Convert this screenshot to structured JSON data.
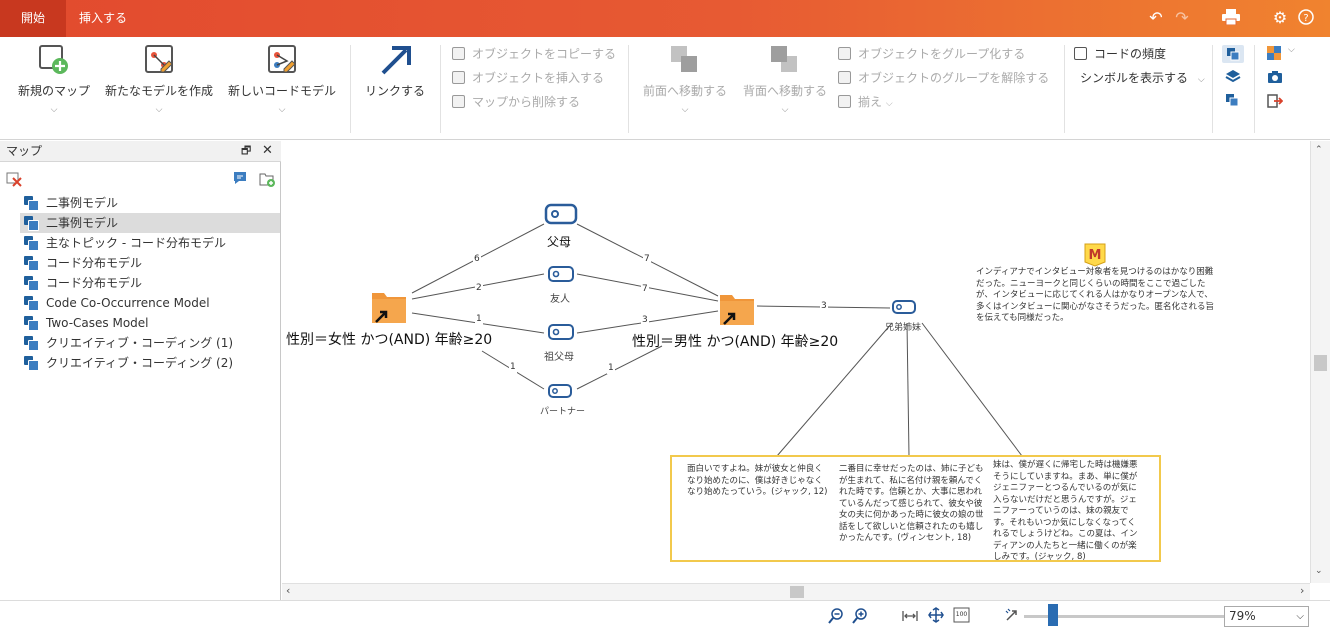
{
  "tabs": [
    "開始",
    "挿入する"
  ],
  "ribbon": {
    "new_map": "新規のマップ",
    "new_model": "新たなモデルを作成",
    "new_code_model": "新しいコードモデル",
    "link": "リンクする",
    "copy_object": "オブジェクトをコピーする",
    "insert_object": "オブジェクトを挿入する",
    "remove_from_map": "マップから削除する",
    "bring_forward": "前面へ移動する",
    "send_backward": "背面へ移動する",
    "group_objects": "オブジェクトをグループ化する",
    "ungroup_objects": "オブジェクトのグループを解除する",
    "align": "揃え",
    "code_frequency": "コードの頻度",
    "show_symbol": "シンボルを表示する"
  },
  "panel": {
    "title": "マップ",
    "items": [
      "二事例モデル",
      "二事例モデル",
      "主なトピック - コード分布モデル",
      "コード分布モデル",
      "コード分布モデル",
      "Code Co-Occurrence Model",
      "Two-Cases Model",
      "クリエイティブ・コーディング (1)",
      "クリエイティブ・コーディング (2)"
    ],
    "selected_index": 1
  },
  "map": {
    "female_case": "性別＝女性 かつ(AND) 年齢≥20",
    "male_case": "性別＝男性 かつ(AND) 年齢≥20",
    "codes": {
      "parents": "父母",
      "friends": "友人",
      "grandparents": "祖父母",
      "partner": "パートナー",
      "siblings": "兄弟姉妹"
    },
    "edges": {
      "female_parents": "6",
      "female_friends": "2",
      "female_grandparents": "1",
      "female_partner": "1",
      "male_parents": "7",
      "male_friends": "7",
      "male_grandparents": "3",
      "male_partner": "1",
      "male_siblings": "3"
    },
    "memo_icon": "M",
    "memo_text": "インディアナでインタビュー対象者を見つけるのはかなり困難だった。ニューヨークと同じくらいの時間をここで過ごしたが、インタビューに応じてくれる人はかなりオープンな人で、多くはインタビューに関心がなさそうだった。匿名化される旨を伝えても同様だった。",
    "quotes": [
      "面白いですよね。妹が彼女と仲良くなり始めたのに、僕は好きじゃなくなり始めたっていう。(ジャック, 12)",
      "二番目に幸せだったのは、姉に子どもが生まれて、私に名付け親を頼んでくれた時です。信頼とか、大事に思われているんだって感じられて、彼女や彼女の夫に何かあった時に彼女の娘の世話をして欲しいと信頼されたのも嬉しかったんです。(ヴィンセント, 18)",
      "妹は、僕が遅くに帰宅した時は機嫌悪そうにしていますね。まあ、単に僕がジェニファーとつるんでいるのが気に入らないだけだと思うんですが。ジェニファーっていうのは、妹の親友です。それもいつか気にしなくなってくれるでしょうけどね。この夏は、インディアンの人たちと一緒に働くのが楽しみです。(ジャック, 8)"
    ]
  },
  "status": {
    "zoom": "79%",
    "zoom_fraction": 0.12
  },
  "colors": {
    "accent": "#e55a30",
    "code_blue": "#2a5c9a",
    "folder_orange": "#f0963a",
    "quote_border": "#f2c94c"
  }
}
